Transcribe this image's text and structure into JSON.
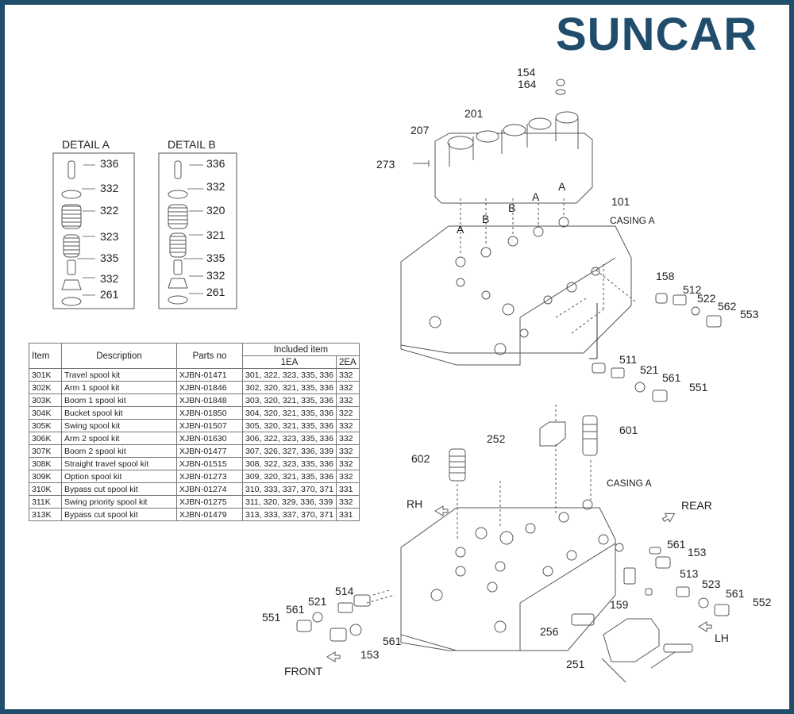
{
  "logo": {
    "text": "SUNCAR",
    "color": "#1f4d6b"
  },
  "details": [
    {
      "title": "DETAIL A",
      "labels": [
        "336",
        "332",
        "322",
        "323",
        "335",
        "332",
        "261"
      ]
    },
    {
      "title": "DETAIL B",
      "labels": [
        "336",
        "332",
        "320",
        "321",
        "335",
        "332",
        "261"
      ]
    }
  ],
  "table": {
    "headers": {
      "item": "Item",
      "description": "Description",
      "parts_no": "Parts no",
      "included": "Included item",
      "ea1": "1EA",
      "ea2": "2EA"
    },
    "rows": [
      {
        "item": "301K",
        "description": "Travel spool kit",
        "parts_no": "XJBN-01471",
        "included_1ea": "301, 322, 323, 335, 336",
        "included_2ea": "332"
      },
      {
        "item": "302K",
        "description": "Arm 1 spool kit",
        "parts_no": "XJBN-01846",
        "included_1ea": "302, 320, 321, 335, 336",
        "included_2ea": "332"
      },
      {
        "item": "303K",
        "description": "Boom 1 spool kit",
        "parts_no": "XJBN-01848",
        "included_1ea": "303, 320, 321, 335, 336",
        "included_2ea": "332"
      },
      {
        "item": "304K",
        "description": "Bucket spool kit",
        "parts_no": "XJBN-01850",
        "included_1ea": "304, 320, 321, 335, 336",
        "included_2ea": "322"
      },
      {
        "item": "305K",
        "description": "Swing spool kit",
        "parts_no": "XJBN-01507",
        "included_1ea": "305, 320, 321, 335, 336",
        "included_2ea": "332"
      },
      {
        "item": "306K",
        "description": "Arm 2 spool kit",
        "parts_no": "XJBN-01630",
        "included_1ea": "306, 322, 323, 335, 336",
        "included_2ea": "332"
      },
      {
        "item": "307K",
        "description": "Boom 2 spool kit",
        "parts_no": "XJBN-01477",
        "included_1ea": "307, 326, 327, 336, 339",
        "included_2ea": "332"
      },
      {
        "item": "308K",
        "description": "Straight travel spool kit",
        "parts_no": "XJBN-01515",
        "included_1ea": "308, 322, 323, 335, 336",
        "included_2ea": "332"
      },
      {
        "item": "309K",
        "description": "Option spool kit",
        "parts_no": "XJBN-01273",
        "included_1ea": "309, 320, 321, 335, 336",
        "included_2ea": "332"
      },
      {
        "item": "310K",
        "description": "Bypass cut spool kit",
        "parts_no": "XJBN-01274",
        "included_1ea": "310, 333, 337, 370, 371",
        "included_2ea": "331"
      },
      {
        "item": "311K",
        "description": "Swing priority spool kit",
        "parts_no": "XJBN-01275",
        "included_1ea": "311, 320, 329, 336, 339",
        "included_2ea": "332"
      },
      {
        "item": "313K",
        "description": "Bypass cut spool kit",
        "parts_no": "XJBN-01479",
        "included_1ea": "313, 333, 337, 370, 371",
        "included_2ea": "331"
      }
    ]
  },
  "upper": {
    "labels": {
      "p154": "154",
      "p164": "164",
      "p201": "201",
      "p207": "207",
      "p273": "273",
      "p101": "101",
      "casing": "CASING A",
      "a1": "A",
      "b1": "B",
      "b2": "B",
      "a2": "A",
      "a3": "A",
      "p158": "158",
      "p512": "512",
      "p522": "522",
      "p562": "562",
      "p553": "553",
      "p511": "511",
      "p521": "521",
      "p561": "561",
      "p551": "551"
    }
  },
  "lower": {
    "labels": {
      "p252": "252",
      "p601": "601",
      "p602": "602",
      "casing": "CASING A",
      "rh": "RH",
      "rear": "REAR",
      "p561a": "561",
      "p153a": "153",
      "p513": "513",
      "p523": "523",
      "p561b": "561",
      "p552": "552",
      "p159": "159",
      "lh": "LH",
      "p514": "514",
      "p521": "521",
      "p561c": "561",
      "p551": "551",
      "p561d": "561",
      "p153b": "153",
      "p256": "256",
      "p251": "251",
      "front": "FRONT"
    }
  }
}
